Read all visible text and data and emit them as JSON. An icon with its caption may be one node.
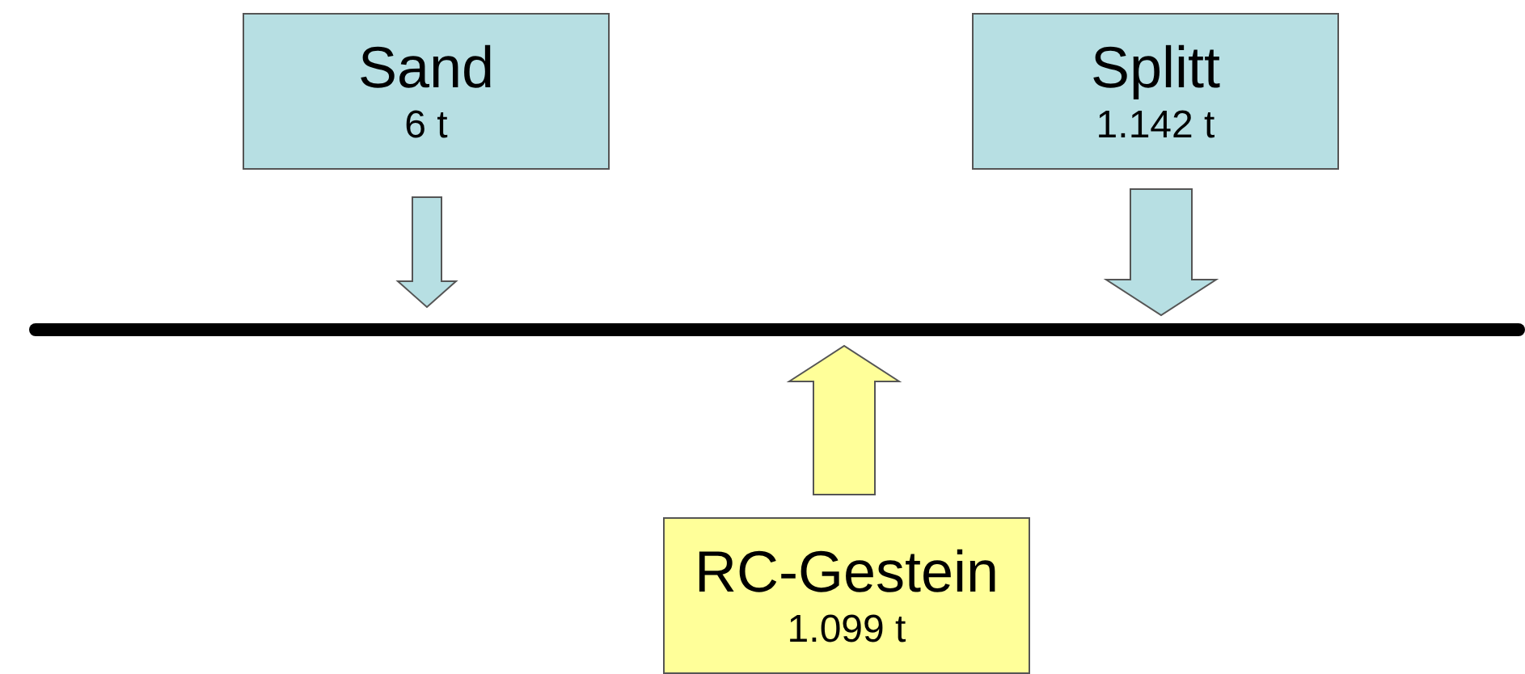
{
  "diagram": {
    "nodes": [
      {
        "text": [
          "Sand",
          "6 t"
        ]
      },
      {
        "text": [
          "Splitt",
          "1.142 t"
        ]
      },
      {
        "text": [],
        "shape": "bar"
      },
      {
        "text": [
          "RC-Gestein",
          "1.099 t"
        ]
      }
    ],
    "edges": [
      {
        "from": 0,
        "to": 2,
        "arrow": "to"
      },
      {
        "from": 1,
        "to": 2,
        "arrow": "to",
        "style": "thick"
      },
      {
        "from": 3,
        "to": 2,
        "arrow": "to",
        "style": "thick",
        "color": "#ffff99"
      }
    ]
  }
}
